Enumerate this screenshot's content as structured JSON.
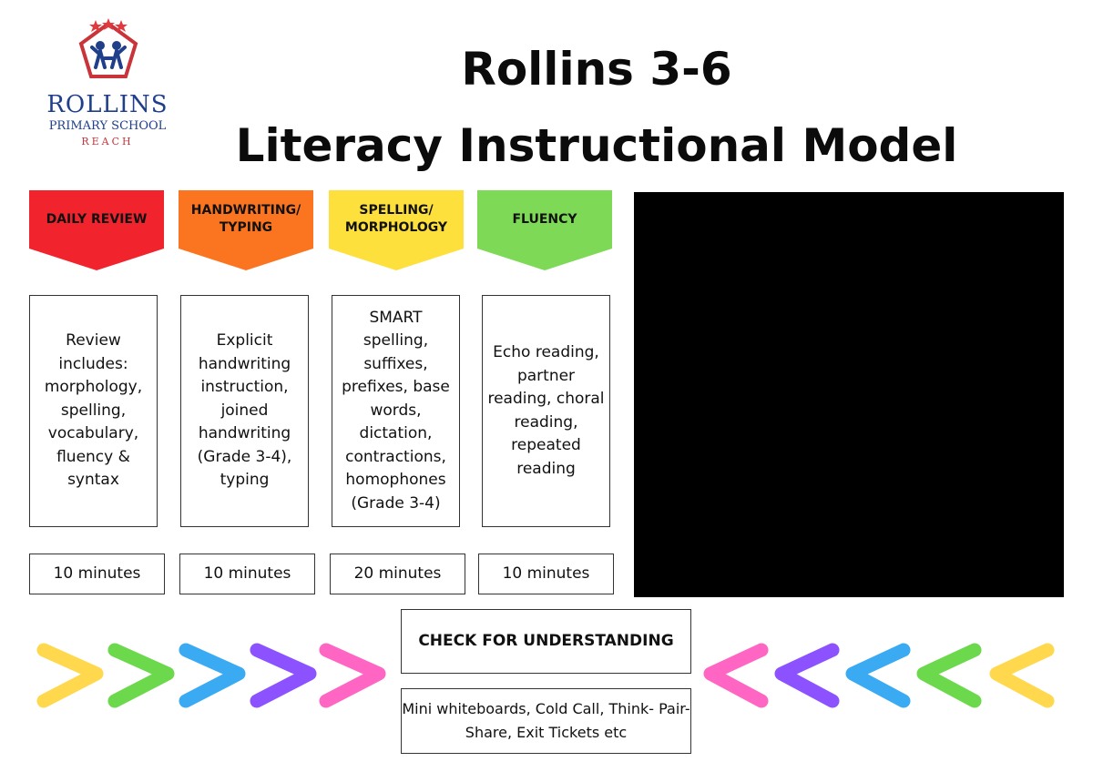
{
  "logo": {
    "name": "ROLLINS",
    "subtitle": "PRIMARY SCHOOL",
    "tagline": "REACH",
    "colors": {
      "crest": "#c8343a",
      "text": "#1f3f8a"
    }
  },
  "title": {
    "line1": "Rollins 3-6",
    "line2": "Literacy Instructional Model"
  },
  "columns": [
    {
      "heading": "DAILY REVIEW",
      "color": "#f1242d",
      "description": "Review includes: morphology, spelling, vocabulary, fluency & syntax",
      "duration": "10 minutes"
    },
    {
      "heading": "HANDWRITING/ TYPING",
      "color": "#fb7520",
      "description": "Explicit handwriting instruction, joined handwriting (Grade 3-4), typing",
      "duration": "10 minutes"
    },
    {
      "heading": "SPELLING/ MORPHOLOGY",
      "color": "#fde03c",
      "description": "SMART spelling, suffixes, prefixes, base words, dictation, contractions, homophones (Grade 3-4)",
      "duration": "20 minutes"
    },
    {
      "heading": "FLUENCY",
      "color": "#7ed957",
      "description": "Echo reading, partner reading, choral reading, repeated reading",
      "duration": "10 minutes"
    }
  ],
  "check": {
    "heading": "CHECK FOR UNDERSTANDING",
    "description": "Mini whiteboards, Cold Call, Think- Pair- Share, Exit Tickets etc"
  },
  "arrow_colors": {
    "left_group": [
      "#ffd84d",
      "#6cd84c",
      "#3aaaf2",
      "#8c52ff",
      "#ff66c4"
    ],
    "right_group": [
      "#ff66c4",
      "#8c52ff",
      "#3aaaf2",
      "#6cd84c",
      "#ffd84d"
    ]
  }
}
